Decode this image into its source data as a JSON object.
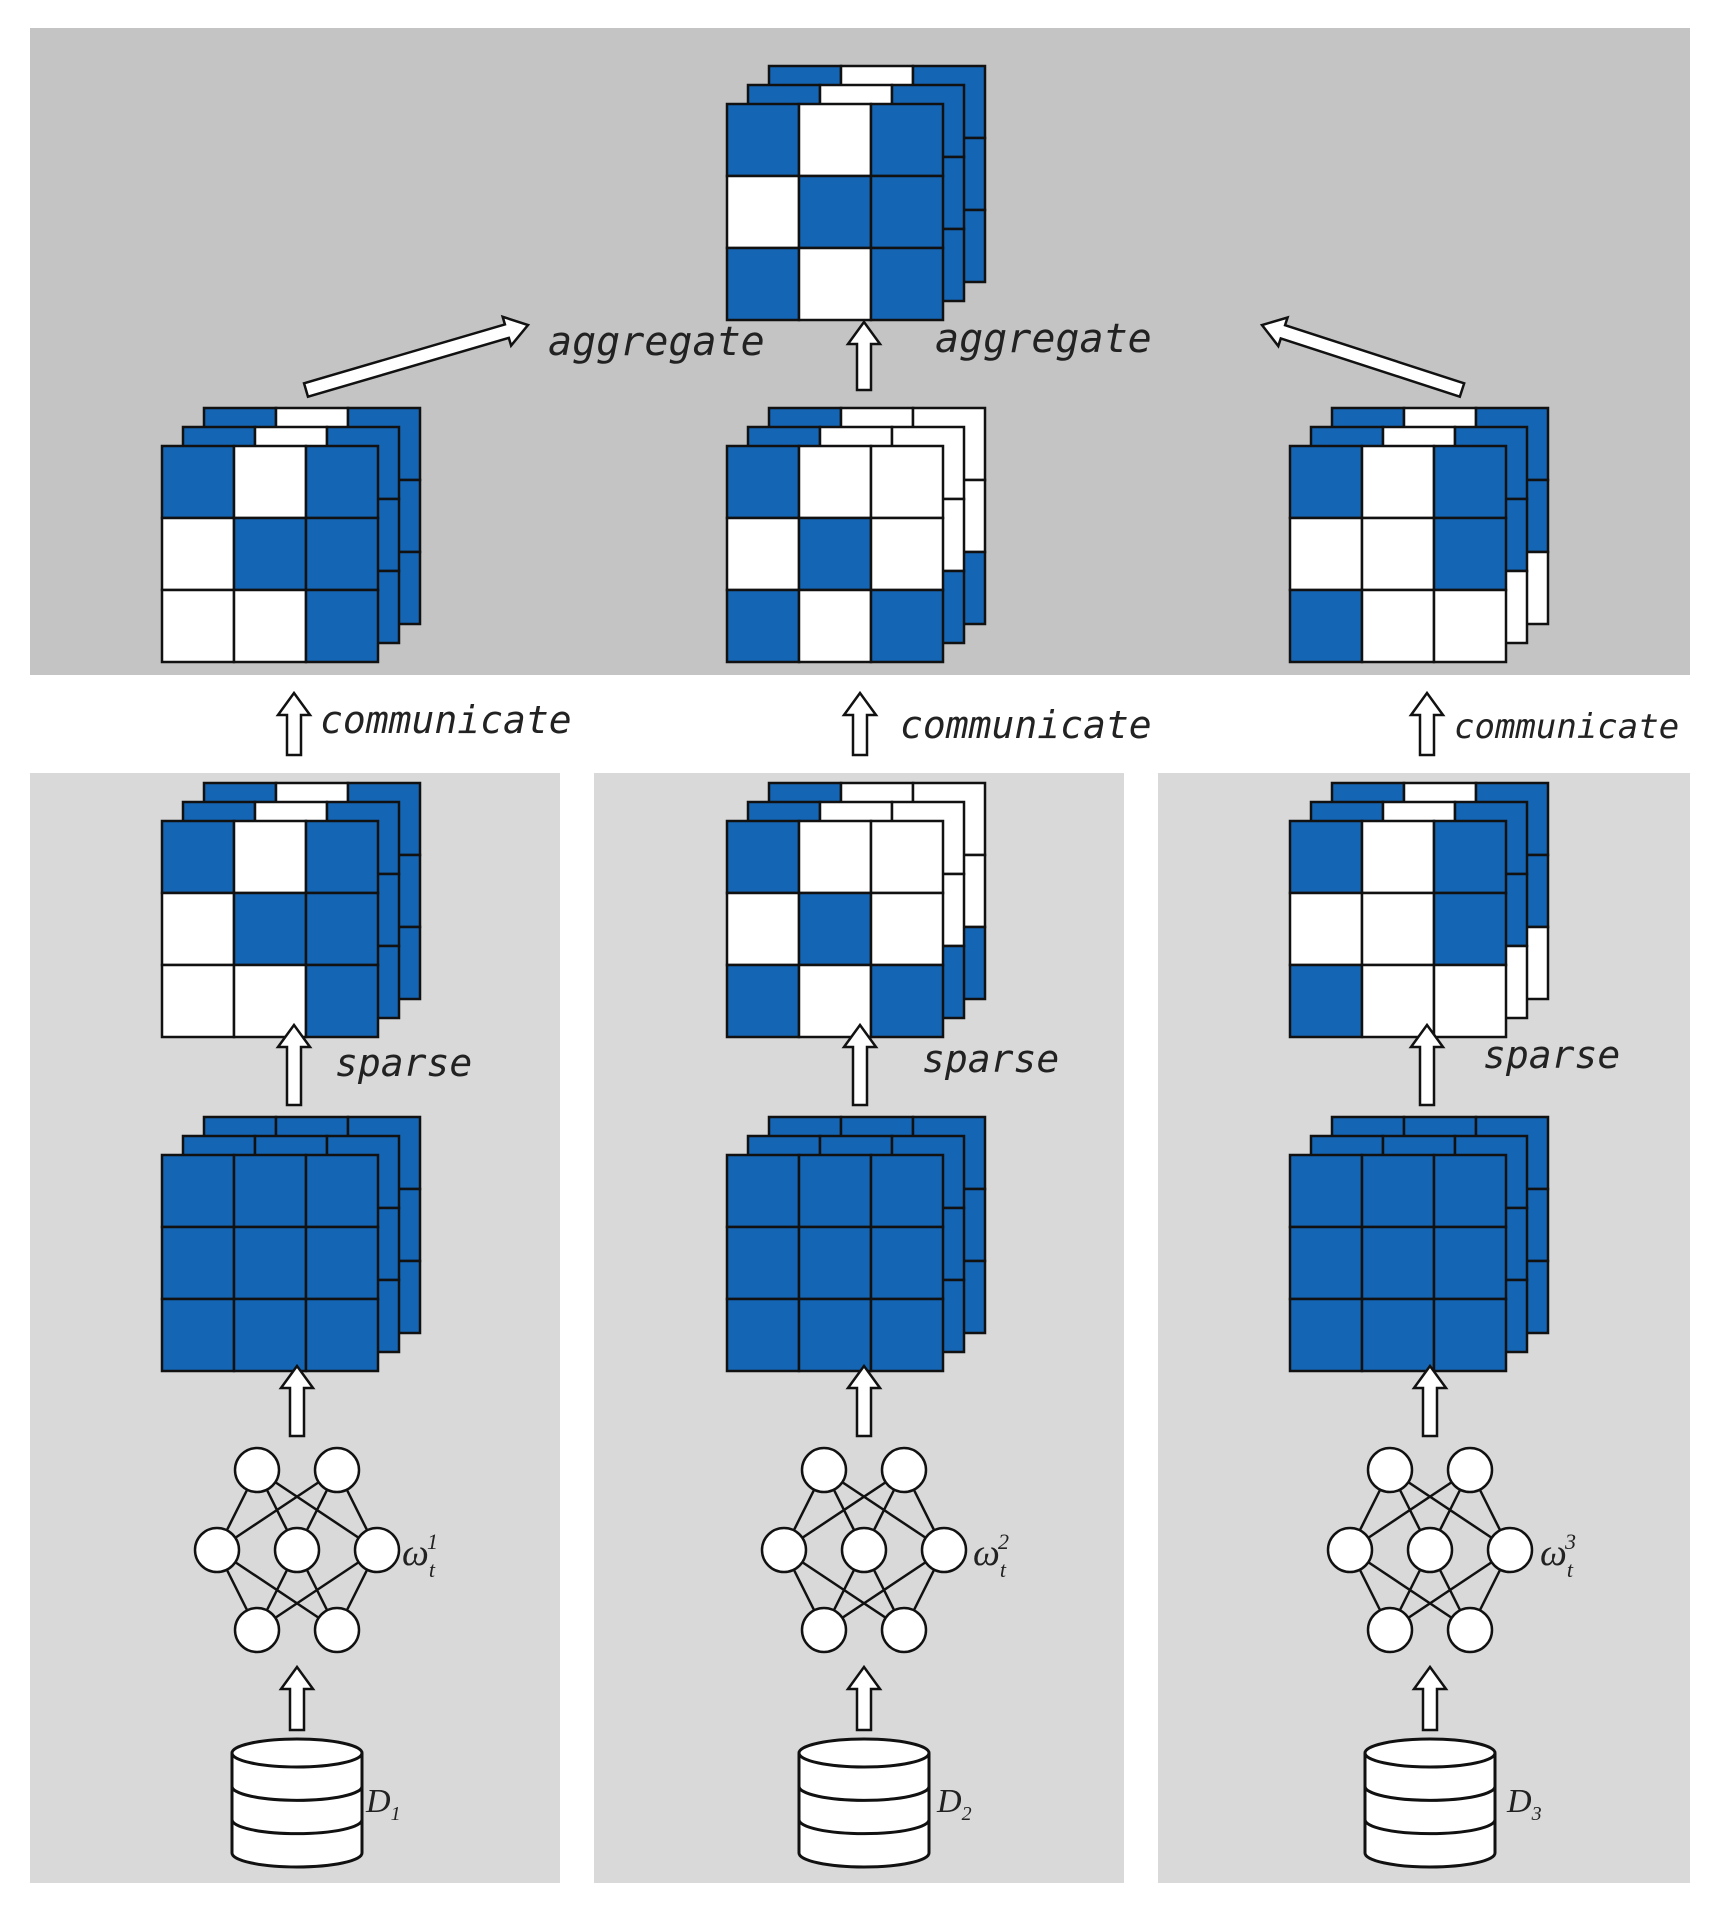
{
  "colors": {
    "blue": "#1565b5",
    "white": "#ffffff",
    "server_bg": "#c4c4c4",
    "client_bg": "#d9d9d9",
    "outline": "#111111"
  },
  "labels": {
    "aggregate_left": "aggregate",
    "aggregate_right": "aggregate",
    "communicate": [
      "communicate",
      "communicate",
      "communicate"
    ],
    "sparse": [
      "sparse",
      "sparse",
      "sparse"
    ]
  },
  "clients": [
    {
      "weight_symbol": "ω",
      "weight_sub": "t",
      "weight_sup": "1",
      "dataset_symbol": "D",
      "dataset_sub": "1",
      "sparse_pattern": [
        1,
        0,
        1,
        0,
        1,
        1,
        0,
        0,
        1
      ],
      "dense_pattern": [
        1,
        1,
        1,
        1,
        1,
        1,
        1,
        1,
        1
      ]
    },
    {
      "weight_symbol": "ω",
      "weight_sub": "t",
      "weight_sup": "2",
      "dataset_symbol": "D",
      "dataset_sub": "2",
      "sparse_pattern": [
        1,
        0,
        0,
        0,
        1,
        0,
        1,
        0,
        1
      ],
      "dense_pattern": [
        1,
        1,
        1,
        1,
        1,
        1,
        1,
        1,
        1
      ]
    },
    {
      "weight_symbol": "ω",
      "weight_sub": "t",
      "weight_sup": "3",
      "dataset_symbol": "D",
      "dataset_sub": "3",
      "sparse_pattern": [
        1,
        0,
        1,
        0,
        0,
        1,
        1,
        0,
        0
      ],
      "dense_pattern": [
        1,
        1,
        1,
        1,
        1,
        1,
        1,
        1,
        1
      ]
    }
  ],
  "aggregated_pattern": [
    1,
    0,
    1,
    0,
    1,
    1,
    1,
    0,
    1
  ]
}
